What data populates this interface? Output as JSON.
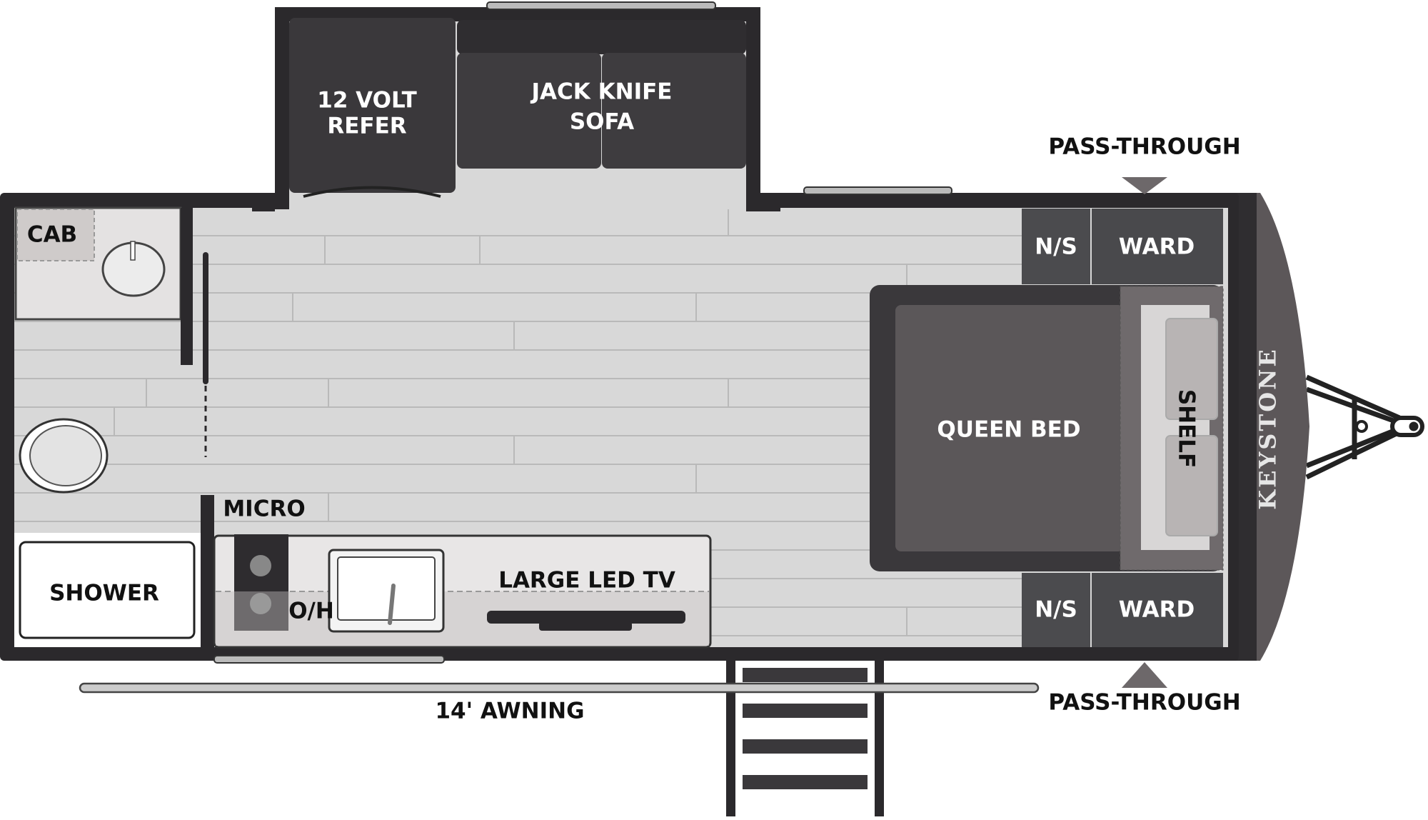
{
  "title": "Travel trailer floor plan",
  "brand": "KEYSTONE",
  "labels": {
    "refer_line1": "12 VOLT",
    "refer_line2": "REFER",
    "sofa_line1": "JACK KNIFE",
    "sofa_line2": "SOFA",
    "pass_through_top": "PASS-THROUGH",
    "pass_through_bottom": "PASS-THROUGH",
    "cab": "CAB",
    "ns_top": "N/S",
    "ward_top": "WARD",
    "ns_bottom": "N/S",
    "ward_bottom": "WARD",
    "queen_bed": "QUEEN BED",
    "shelf": "SHELF",
    "micro": "MICRO",
    "oh": "O/H",
    "large_led_tv": "LARGE LED TV",
    "shower": "SHOWER",
    "awning": "14' AWNING"
  },
  "colors": {
    "wall": "#2b292c",
    "floor": "#d8d8d8",
    "furniture_dark": "#3d3b3e",
    "cabinet": "#4a4a4d",
    "bed": "#5b5759",
    "cap": "#5c5759"
  }
}
